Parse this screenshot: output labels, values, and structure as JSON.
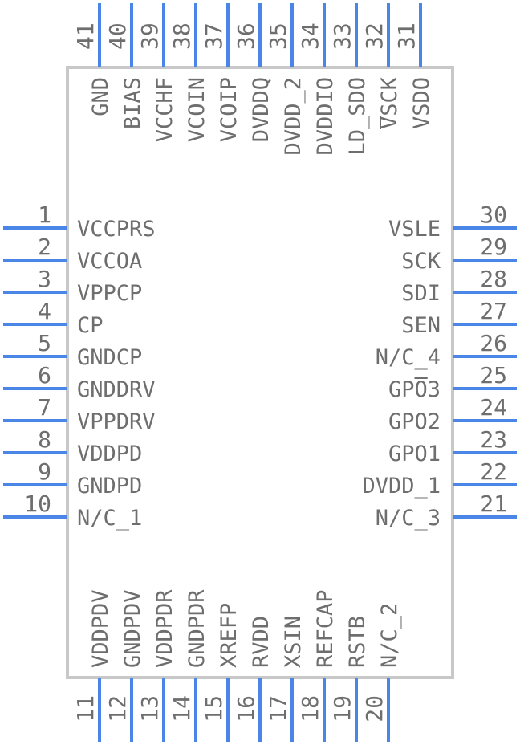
{
  "component": {
    "left_pins": [
      {
        "num": "1",
        "name": "VCCPRS"
      },
      {
        "num": "2",
        "name": "VCCOA"
      },
      {
        "num": "3",
        "name": "VPPCP"
      },
      {
        "num": "4",
        "name": "CP"
      },
      {
        "num": "5",
        "name": "GNDCP"
      },
      {
        "num": "6",
        "name": "GNDDRV"
      },
      {
        "num": "7",
        "name": "VPPDRV"
      },
      {
        "num": "8",
        "name": "VDDPD"
      },
      {
        "num": "9",
        "name": "GNDPD"
      },
      {
        "num": "10",
        "name": "N/C_1"
      }
    ],
    "right_pins": [
      {
        "num": "30",
        "name": "VSLE"
      },
      {
        "num": "29",
        "name": "SCK"
      },
      {
        "num": "28",
        "name": "SDI"
      },
      {
        "num": "27",
        "name": "SEN"
      },
      {
        "num": "26",
        "name": "N/C_4"
      },
      {
        "num": "25",
        "name": "GPO3",
        "overbar": "O"
      },
      {
        "num": "24",
        "name": "GPO2"
      },
      {
        "num": "23",
        "name": "GPO1"
      },
      {
        "num": "22",
        "name": "DVDD_1"
      },
      {
        "num": "21",
        "name": "N/C_3"
      }
    ],
    "bottom_pins": [
      {
        "num": "11",
        "name": "VDDPDV"
      },
      {
        "num": "12",
        "name": "GNDPDV"
      },
      {
        "num": "13",
        "name": "VDDPDR"
      },
      {
        "num": "14",
        "name": "GNDPDR"
      },
      {
        "num": "15",
        "name": "XREFP"
      },
      {
        "num": "16",
        "name": "RVDD"
      },
      {
        "num": "17",
        "name": "XSIN"
      },
      {
        "num": "18",
        "name": "REFCAP"
      },
      {
        "num": "19",
        "name": "RSTB"
      },
      {
        "num": "20",
        "name": "N/C_2"
      }
    ],
    "top_pins": [
      {
        "num": "41",
        "name": "GND"
      },
      {
        "num": "40",
        "name": "BIAS"
      },
      {
        "num": "39",
        "name": "VCCHF"
      },
      {
        "num": "38",
        "name": "VCOIN"
      },
      {
        "num": "37",
        "name": "VCOIP"
      },
      {
        "num": "36",
        "name": "DVDDQ"
      },
      {
        "num": "35",
        "name": "DVDD_2"
      },
      {
        "num": "34",
        "name": "DVDDIO"
      },
      {
        "num": "33",
        "name": "LD_SDO"
      },
      {
        "num": "32",
        "name": "VSCK",
        "overbar": "V"
      },
      {
        "num": "31",
        "name": "VSDO"
      }
    ]
  }
}
